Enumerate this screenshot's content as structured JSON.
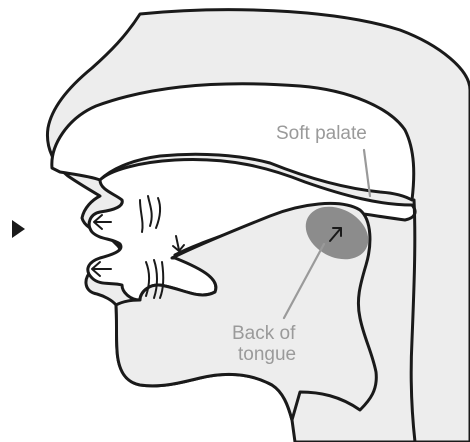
{
  "labels": {
    "soft_palate": "Soft palate",
    "back_of_tongue_line1": "Back of",
    "back_of_tongue_line2": "tongue"
  },
  "colors": {
    "face_fill": "#ededed",
    "tongue_back_highlight": "#8c8c8c",
    "label_gray": "#9a9a9a",
    "outline": "#1a1a1a",
    "pointer": "#1a1a1a"
  },
  "icons": {
    "pointer": "play-triangle-icon",
    "upper_lip_flow": "arrow-left-icon",
    "lower_lip_flow": "arrow-left-icon",
    "constriction": "arrow-down-icon",
    "tongue_motion": "arrow-up-right-icon"
  }
}
